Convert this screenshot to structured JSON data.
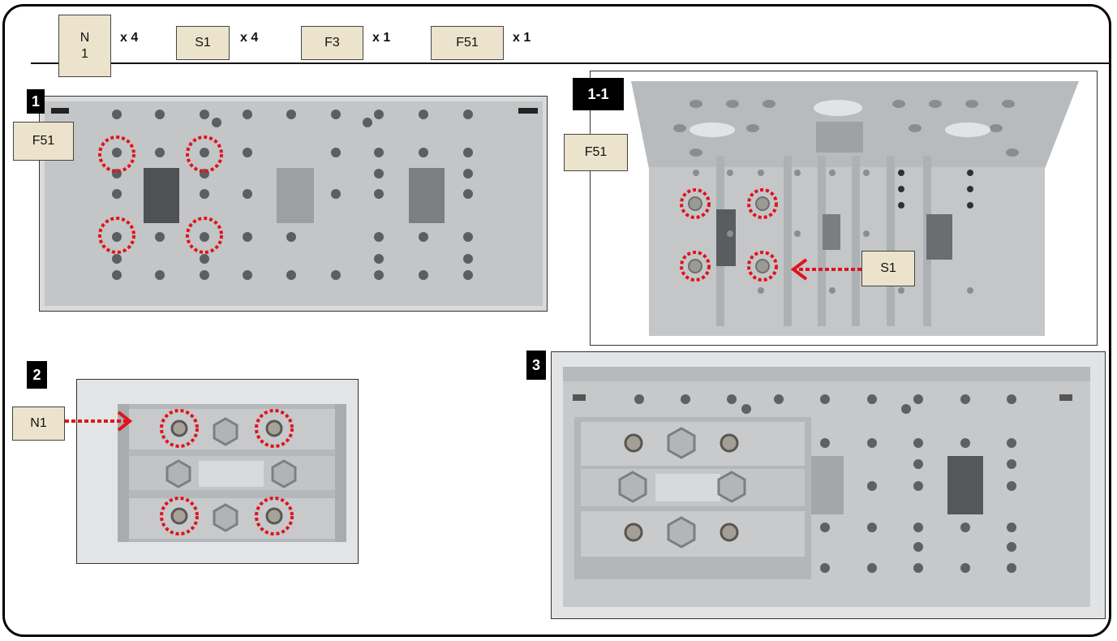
{
  "parts_list": [
    {
      "code_line1": "N",
      "code_line2": "1",
      "qty": "x 4"
    },
    {
      "code": "S1",
      "qty": "x 4"
    },
    {
      "code": "F3",
      "qty": "x 1"
    },
    {
      "code": "F51",
      "qty": "x 1"
    }
  ],
  "steps": {
    "step1": {
      "label": "1",
      "part": "F51"
    },
    "step1_1": {
      "label": "1-1",
      "part": "F51",
      "pointer": "S1"
    },
    "step2": {
      "label": "2",
      "pointer": "N1"
    },
    "step3": {
      "label": "3"
    }
  },
  "colors": {
    "highlight": "#e0141b",
    "plastic": "#b9bcbf",
    "part_tag_bg": "#ece3cc"
  },
  "icons": {
    "marker": "dotted-circle-highlight",
    "arrow": "dotted-arrow"
  }
}
